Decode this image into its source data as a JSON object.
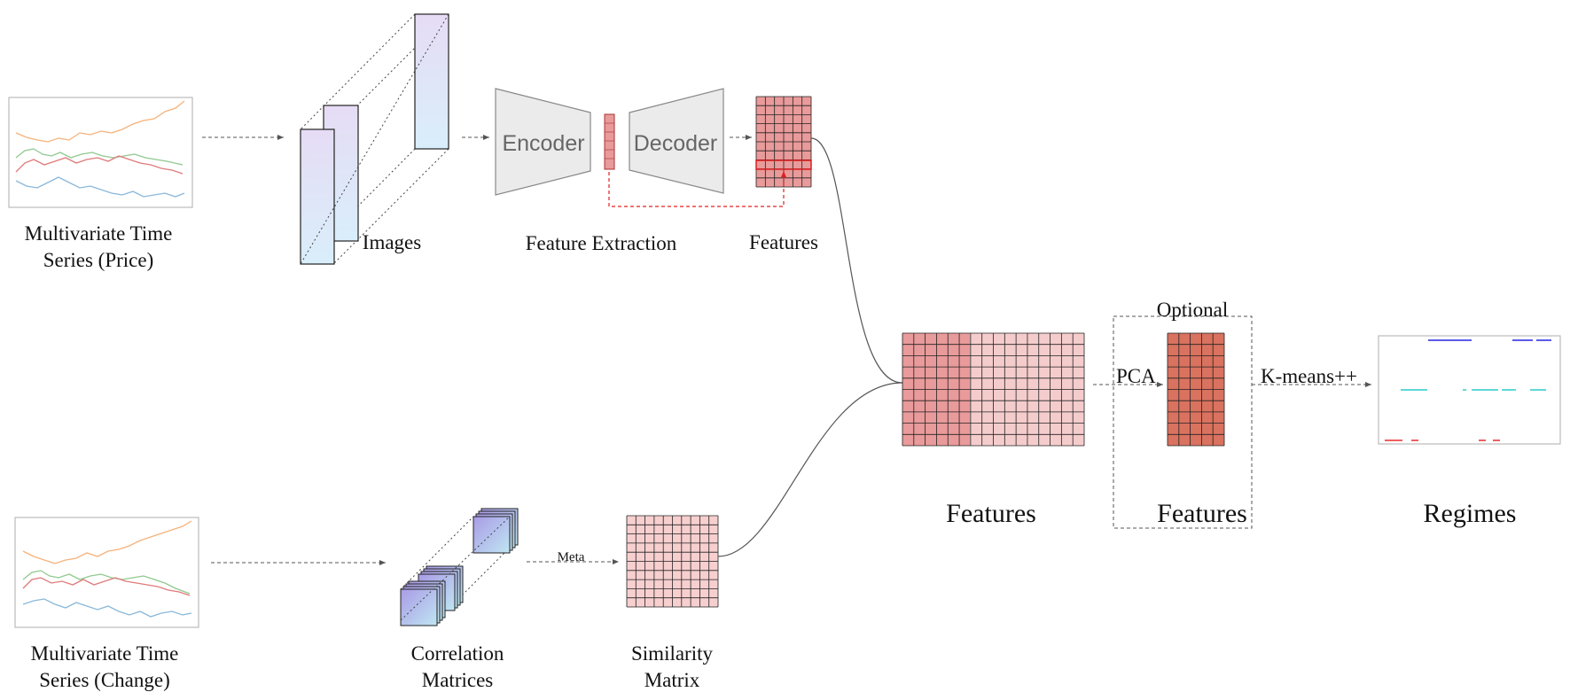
{
  "labels": {
    "mts_price": [
      "Multivariate Time",
      "Series (Price)"
    ],
    "mts_change": [
      "Multivariate Time",
      "Series (Change)"
    ],
    "images": "Images",
    "encoder": "Encoder",
    "decoder": "Decoder",
    "feature_extraction": "Feature Extraction",
    "features_top": "Features",
    "features_combined": "Features",
    "features_reduced": "Features",
    "optional": "Optional",
    "pca": "PCA",
    "kmeans": "K-means++",
    "regimes": "Regimes",
    "meta": "Meta",
    "correlation_matrices": [
      "Correlation",
      "Matrices"
    ],
    "similarity_matrix": [
      "Similarity",
      "Matrix"
    ]
  },
  "colors": {
    "series_orange": "#f5b27a",
    "series_green": "#8fc98f",
    "series_red": "#e07a7a",
    "series_blue": "#8ab8d9",
    "feature_dark": "#e99a9a",
    "feature_light": "#f5cccc",
    "feature_reduced": "#d9725f",
    "regime_blue": "#5b5be8",
    "regime_cyan": "#5ed8d8",
    "regime_red": "#f06060",
    "highlight_red": "#e02020"
  },
  "icons": [
    "encoder-trapezoid",
    "decoder-trapezoid",
    "latent-vector",
    "image-stack",
    "correlation-cube-stack"
  ]
}
